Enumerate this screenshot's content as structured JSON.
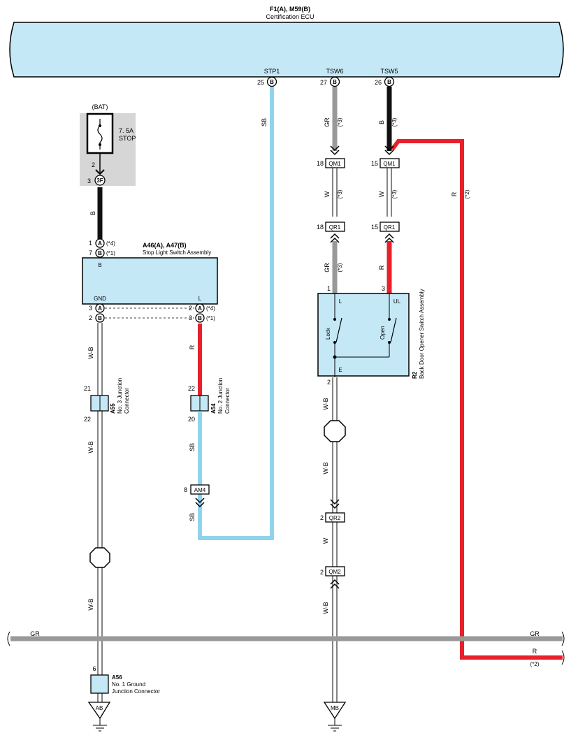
{
  "ecu": {
    "title": "F1(A), M59(B)",
    "subtitle": "Certification ECU",
    "pin_stp1": {
      "name": "STP1",
      "pin": "25",
      "conn": "B"
    },
    "pin_tsw6": {
      "name": "TSW6",
      "pin": "27",
      "conn": "B"
    },
    "pin_tsw5": {
      "name": "TSW5",
      "pin": "26",
      "conn": "B"
    }
  },
  "fuse": {
    "source": "(BAT)",
    "rating": "7. 5A",
    "name": "STOP",
    "pin_top": "2",
    "pin_bottom": "3",
    "conn": "3F"
  },
  "stop_switch": {
    "title": "A46(A), A47(B)",
    "subtitle": "Stop Light Switch Assembly",
    "pin_b": "B",
    "pin_gnd": "GND",
    "pin_l": "L",
    "in_pin_a": "1",
    "in_conn_a": "A",
    "in_note_a": "(*4)",
    "in_pin_b": "7",
    "in_conn_b": "B",
    "in_note_b": "(*1)",
    "gnd_pin_a": "3",
    "gnd_conn_a": "A",
    "gnd_pin_b": "2",
    "gnd_conn_b": "B",
    "l_pin_a": "2",
    "l_conn_a": "A",
    "l_note_a": "(*4)",
    "l_pin_b": "3",
    "l_conn_b": "B",
    "l_note_b": "(*1)"
  },
  "wire_labels": {
    "b": "B",
    "sb": "SB",
    "gr": "GR",
    "w": "W",
    "wb": "W-B",
    "r": "R",
    "note3": "(*3)",
    "note2": "(*2)"
  },
  "a55": {
    "id": "A55",
    "line1": "No. 3 Junction",
    "line2": "Connector",
    "pin_top": "21",
    "pin_bottom": "22"
  },
  "a54": {
    "id": "A54",
    "line1": "No. 2 Junction",
    "line2": "Connector",
    "pin_top": "22",
    "pin_bottom": "20"
  },
  "am4": {
    "id": "AM4",
    "pin": "8"
  },
  "a56": {
    "id": "A56",
    "line1": "No. 1 Ground",
    "line2": "Junction Connector",
    "pin": "6"
  },
  "qm1_left": {
    "id": "QM1",
    "pin": "18"
  },
  "qm1_right": {
    "id": "QM1",
    "pin": "15"
  },
  "qr1_left": {
    "id": "QR1",
    "pin": "18"
  },
  "qr1_right": {
    "id": "QR1",
    "pin": "15"
  },
  "qr2": {
    "id": "QR2",
    "pin": "2"
  },
  "qm2": {
    "id": "QM2",
    "pin": "2"
  },
  "r2": {
    "id": "R2",
    "name": "Back Door Opener Switch Assembly",
    "pin_l": "L",
    "pin_ul": "UL",
    "pin_e": "E",
    "lock": "Lock",
    "open": "Open",
    "pin_1": "1",
    "pin_3": "3",
    "pin_2": "2"
  },
  "bus": {
    "gr_left": "GR",
    "gr_right": "GR",
    "r_right": "R",
    "r_note": "(*2)"
  },
  "grounds": {
    "ab": "AB",
    "mb": "MB"
  },
  "colors": {
    "ecu_fill": "#c5e8f7",
    "wire_sb": "#8fd3ee",
    "wire_gr": "#999999",
    "wire_b": "#111111",
    "wire_r": "#e8202a",
    "fuse_bg": "#d6d6d6"
  }
}
